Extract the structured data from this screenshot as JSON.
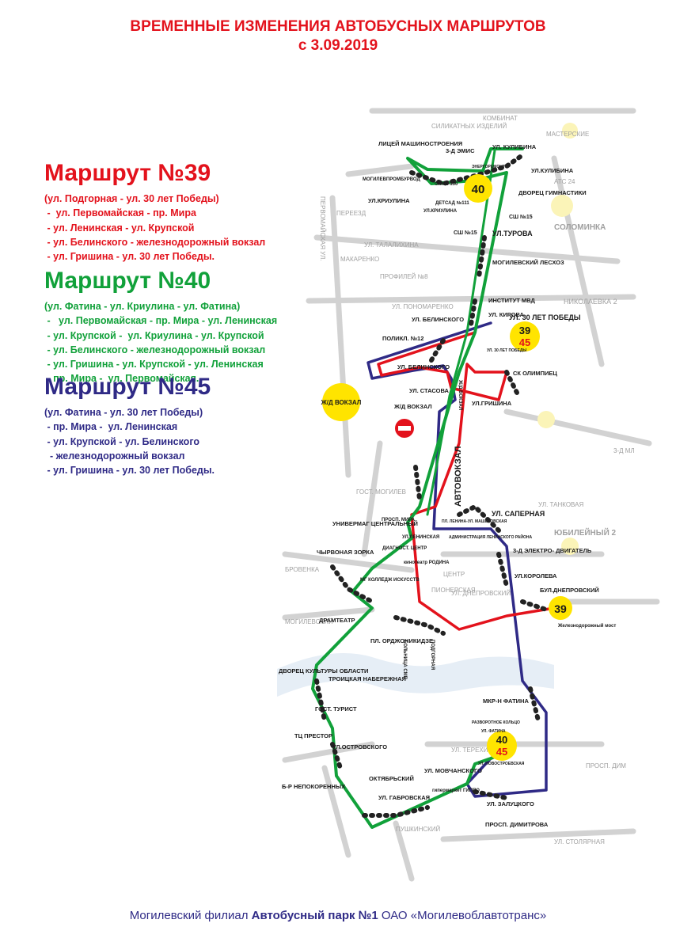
{
  "header": {
    "title": "ВРЕМЕННЫЕ ИЗМЕНЕНИЯ АВТОБУСНЫХ МАРШРУТОВ",
    "date": "с 3.09.2019"
  },
  "routes": [
    {
      "title": "Маршрут №39",
      "color": "#e3121c",
      "lines": [
        "(ул. Подгорная - ул. 30 лет Победы)",
        " -  ул. Первомайская - пр. Мира",
        " - ул. Ленинская - ул. Крупской",
        " - ул. Белинского - железнодорожный вокзал",
        " - ул. Гришина - ул. 30 лет Победы."
      ]
    },
    {
      "title": "Маршрут №40",
      "color": "#11a13a",
      "lines": [
        "(ул. Фатина - ул. Криулина - ул. Фатина)",
        " -   ул. Первомайская - пр. Мира - ул. Ленинская",
        " - ул. Крупской -  ул. Криулина - ул. Крупской",
        " - ул. Белинского - железнодорожный вокзал",
        " - ул. Гришина - ул. Крупской - ул. Ленинская",
        " - пр. Мира -  ул. Первомайская."
      ]
    },
    {
      "title": "Маршрут №45",
      "color": "#2f2a86",
      "lines": [
        "(ул. Фатина - ул. 30 лет Победы)",
        " - пр. Мира -  ул. Ленинская",
        " - ул. Крупской - ул. Белинского",
        "  - железнодорожный вокзал",
        " - ул. Гришина - ул. 30 лет Победы."
      ]
    }
  ],
  "map": {
    "background_streets": [
      "КОМБИНАТ",
      "СИЛИКАТНЫХ ИЗДЕЛИЙ",
      "МАСТЕРСКИЕ",
      "ПЕРЕЕЗД",
      "УЛ. ТАЛАЛИХИНА",
      "ПЕРВОМАЙСКАЯ УЛ.",
      "СОЛОМИНКА",
      "МАКАРЕНКО",
      "ПРОФИЛЕЙ №8",
      "НИКОЛАЕВКА 2",
      "УЛ. ПОНОМАРЕНКО",
      "ЮБИЛЕЙНЫЙ 2",
      "УЛ. ТАНКОВАЯ",
      "ЦЕНТР",
      "ПИОНЕРСКАЯ",
      "УЛ. ДНЕПРОВСКИЙ",
      "БРОВЕНКА",
      "МОГИЛЕВСКИЙ",
      "УЛ. ТЕРЕХИНА",
      "ПРОСП. ДИМ",
      "УЛ. СТОЛЯРНАЯ",
      "ПУШКИНСКИЙ",
      "3-Д МЛ",
      "ГОСТ. МОГИЛЕВ",
      "АТС 24"
    ],
    "labels": [
      "ЛИЦЕЙ МАШИНОСТРОЕНИЯ",
      "3-Д ЭМИС",
      "УЛ. КУЛИБИНА",
      "УЛ.КУЛИБИНА",
      "ЭНЕРГОРЕМОНТ",
      "МОГИЛЕВПРОМБУРВОД",
      "СПМК-130",
      "ДЕТСАД №111",
      "ДВОРЕЦ ГИМНАСТИКИ",
      "УЛ.КРИУЛИНА",
      "УЛ.КРИУЛИНА",
      "СШ №15",
      "СШ №15",
      "УЛ.ТУРОВА",
      "МОГИЛЕВСКИЙ ЛЕСХОЗ",
      "ИНСТИТУТ МВД",
      "УЛ. КИРОВА",
      "УЛ. 30 ЛЕТ ПОБЕДЫ",
      "УЛ. БЕЛИНСКОГО",
      "ПОЛИКЛ. №12",
      "УЛ. БЕЛИНСКОГО",
      "УЛ. 30 ЛЕТ ПОБЕДЫ",
      "УЛ. СТАСОВА",
      "Ж/Д ВОКЗАЛ",
      "СК ОЛИМПИЕЦ",
      "УЛ.ГРИШИНА",
      "Ж/Д ВОКЗАЛ",
      "АВТОВОКЗАЛ",
      "УЛ. САПЕРНАЯ",
      "ПЛ. ЛЕНИНА-УЛ. МАШЕКОВСКАЯ",
      "3-Д ЭЛЕКТРО- ДВИГАТЕЛЬ",
      "УЛ.КОРОЛЕВА",
      "БУЛ.ДНЕПРОВСКИЙ",
      "Железнодорожный мост",
      "УНИВЕРМАГ ЦЕНТРАЛЬНЫЙ",
      "ПРОСП. МИРА",
      "УЛ.ЛЕНИНСКАЯ",
      "АДМИНИСТРАЦИЯ ЛЕНИНСКОГО РАЙОНА",
      "ДИАГНОСТ. ЦЕНТР",
      "кинотеатр РОДИНА",
      "ЧЫРВОНАЯ ЗОРКА",
      "МГ КОЛЛЕДЖ ИСКУССТВ",
      "ДРАМТЕАТР",
      "ПЛ. ОРДЖОНИКИДЗЕ",
      "БОЛЬНИЦА СМП",
      "ПОДГОРНАЯ",
      "ДВОРЕЦ КУЛЬТУРЫ ОБЛАСТИ",
      "ТРОИЦКАЯ НАБЕРЕЖНАЯ",
      "ГОСТ. ТУРИСТ",
      "ТЦ ПРЕСТОР",
      "УЛ.ОСТРОВСКОГО",
      "МКР-Н ФАТИНА",
      "РАЗВОРОТНОЕ КОЛЬЦО",
      "УЛ. ФАТИНА",
      "УЛ. НОВОСТРОЕВСКАЯ",
      "УЛ. МОВЧАНСКОГО",
      "ОКТЯБРЬСКИЙ",
      "Б-Р НЕПОКОРЕННЫХ",
      "УЛ. ГАБРОВСКАЯ",
      "гипермаркет ГИППО",
      "УЛ. ЗАЛУЦКОГО",
      "ПРОСП. ДИМИТРОВА"
    ],
    "badges": [
      {
        "name": "route-40-north",
        "text": "40"
      },
      {
        "name": "route-39-45-north-top",
        "text": "39"
      },
      {
        "name": "route-39-45-north-bottom",
        "text": "45"
      },
      {
        "name": "railway-station",
        "text": "Ж/Д ВОКЗАЛ"
      },
      {
        "name": "route-39-east",
        "text": "39"
      },
      {
        "name": "route-40-45-south-top",
        "text": "40"
      },
      {
        "name": "route-40-45-south-bottom",
        "text": "45"
      }
    ],
    "colors": {
      "route39": "#e3121c",
      "route40": "#11a13a",
      "route45": "#2f2a86",
      "badge": "#ffe400",
      "roads": "#cfcfcf",
      "river": "#e6eef6"
    }
  },
  "footer": {
    "prefix": "Могилевский филиал ",
    "bold": "Автобусный парк №1",
    "suffix": " ОАО «Могилевоблавтотранс»"
  }
}
